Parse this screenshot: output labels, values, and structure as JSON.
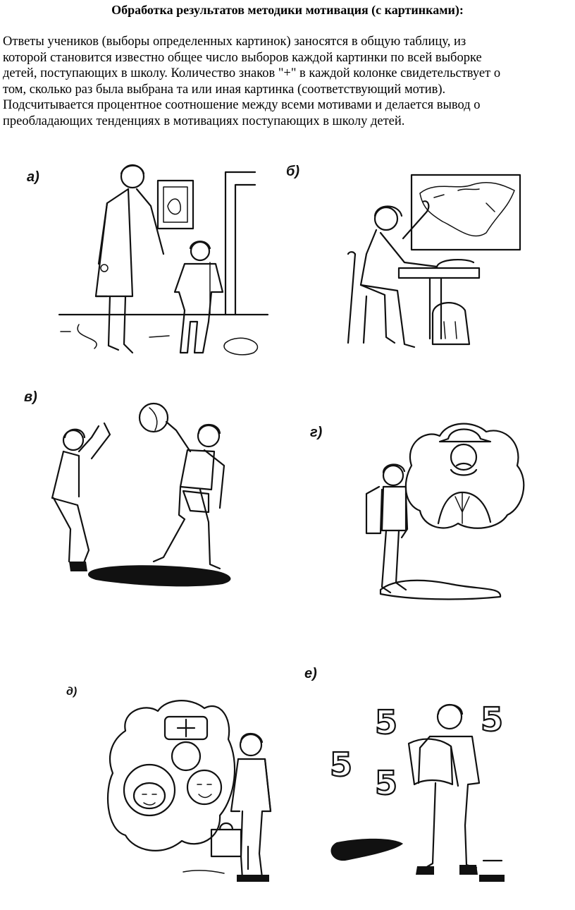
{
  "document": {
    "title": "Обработка результатов методики мотивация (с картинками):",
    "paragraph_lines": [
      "Ответы учеников (выборы определенных картинок) заносятся в общую таблицу, из",
      "которой становится известно общее число выборов каждой картинки по всей выборке",
      "детей, поступающих в школу. Количество знаков \"+\" в каждой колонке свидетельствует о",
      "том, сколько раз была выбрана та или иная картинка (соответствующий мотив).",
      "Подсчитывается процентное соотношение между всеми мотивами и делается вывод о",
      "преобладающих тенденциях в мотивациях поступающих в школу детей."
    ]
  },
  "pictures": [
    {
      "label": "а)"
    },
    {
      "label": "б)"
    },
    {
      "label": "в)"
    },
    {
      "label": "г)"
    },
    {
      "label": "д)"
    },
    {
      "label": "е)",
      "digits": [
        "5",
        "5",
        "5",
        "5"
      ]
    }
  ]
}
